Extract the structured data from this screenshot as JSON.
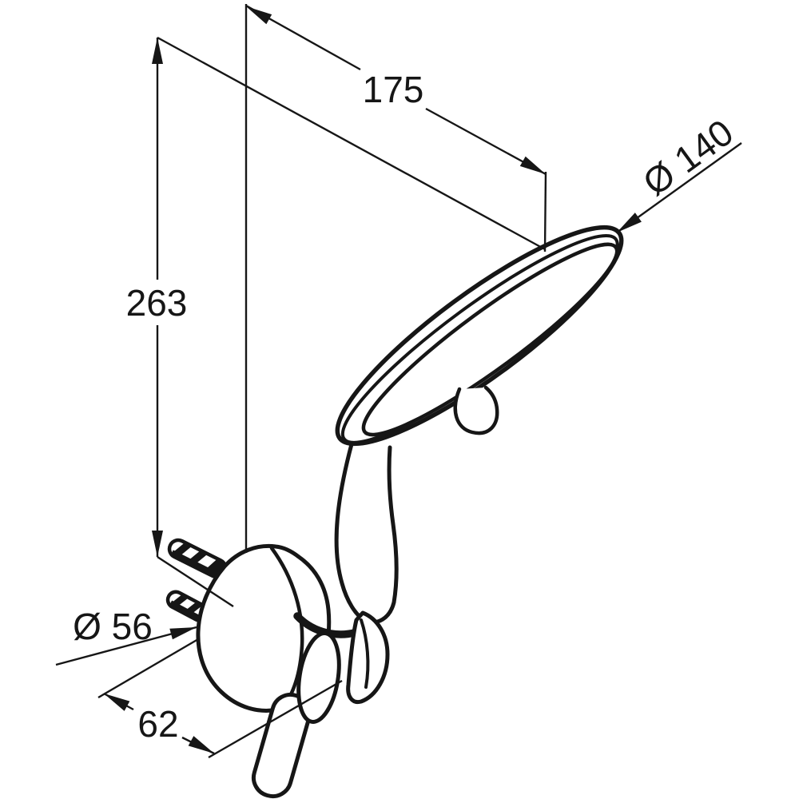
{
  "drawing": {
    "background": "#ffffff",
    "line_color": "#161616",
    "labels": {
      "head_offset": "175",
      "overall_height": "263",
      "head_diameter": "Ø 140",
      "holder_diameter": "Ø 56",
      "holder_depth": "62"
    }
  }
}
